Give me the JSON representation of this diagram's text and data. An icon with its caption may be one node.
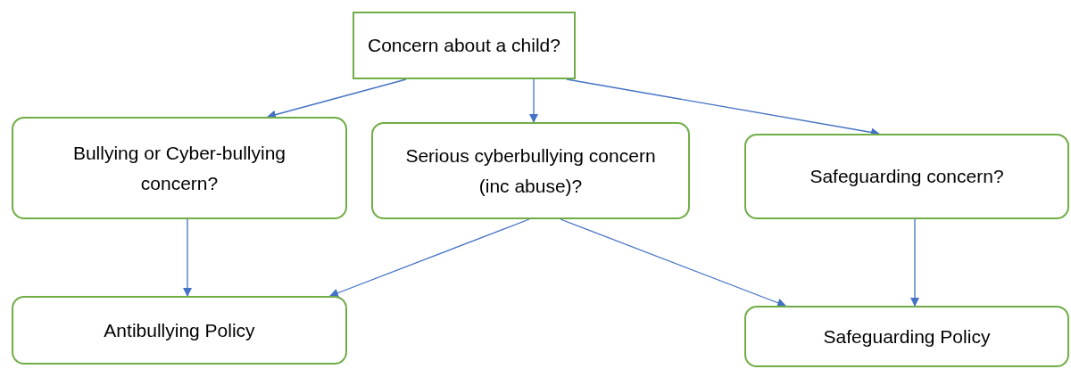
{
  "diagram": {
    "nodes": [
      {
        "text": [
          "Concern about a child?"
        ]
      },
      {
        "text": [
          "Bullying or Cyber-bullying concern?"
        ]
      },
      {
        "text": [
          "Serious cyberbullying concern (inc abuse)?"
        ]
      },
      {
        "text": [
          "Safeguarding concern?"
        ]
      },
      {
        "text": [
          "Antibullying Policy"
        ]
      },
      {
        "text": [
          "Safeguarding Policy"
        ]
      }
    ],
    "edges": [
      {
        "from": 0,
        "to": 1,
        "arrow": "to"
      },
      {
        "from": 0,
        "to": 2,
        "arrow": "to"
      },
      {
        "from": 0,
        "to": 3,
        "arrow": "to"
      },
      {
        "from": 1,
        "to": 4,
        "arrow": "to"
      },
      {
        "from": 2,
        "to": 4,
        "arrow": "to"
      },
      {
        "from": 2,
        "to": 5,
        "arrow": "to"
      },
      {
        "from": 3,
        "to": 5,
        "arrow": "to"
      }
    ]
  }
}
